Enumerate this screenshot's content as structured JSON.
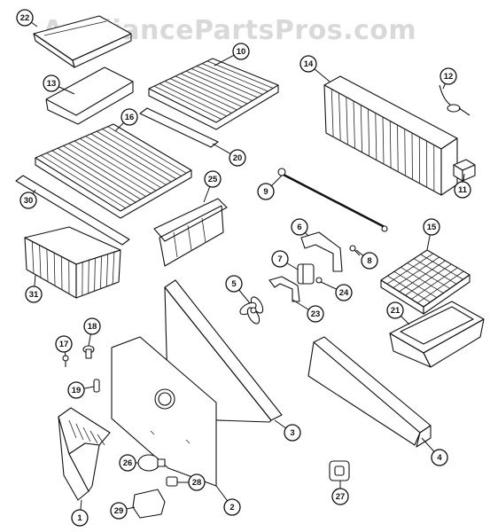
{
  "watermark": "AppliancePartsPros.com",
  "callouts": [
    "22",
    "13",
    "10",
    "14",
    "12",
    "16",
    "20",
    "9",
    "11",
    "25",
    "30",
    "6",
    "15",
    "8",
    "7",
    "24",
    "31",
    "5",
    "21",
    "23",
    "18",
    "17",
    "3",
    "19",
    "4",
    "26",
    "27",
    "28",
    "2",
    "29",
    "1"
  ]
}
